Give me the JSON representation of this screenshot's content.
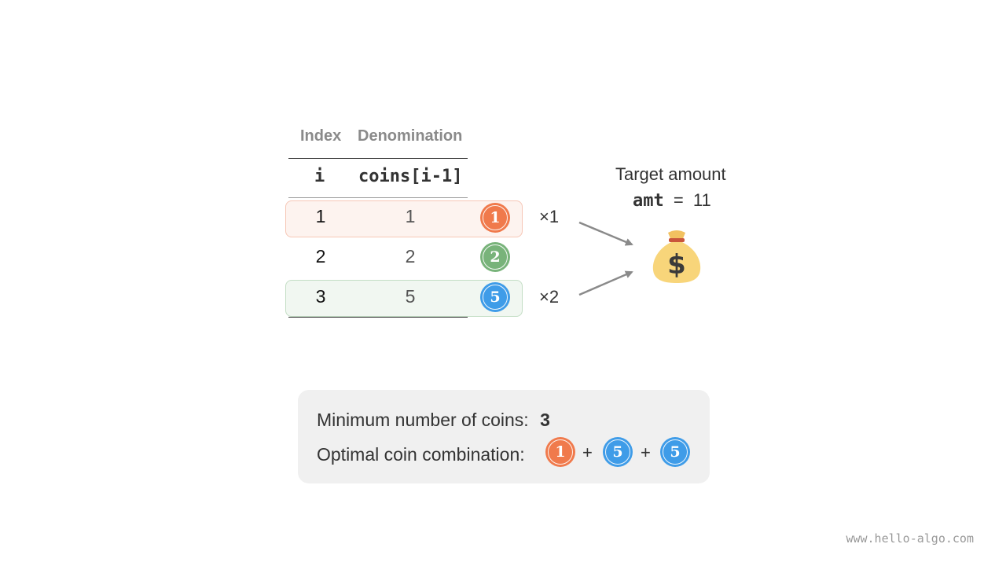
{
  "table": {
    "header_index": "Index",
    "header_denomination": "Denomination",
    "sub_index": "i",
    "sub_denomination": "coins[i-1]",
    "rows": [
      {
        "index": "1",
        "value": "1",
        "coin": "1",
        "coin_color": "#f07a4c",
        "multiplier": "×1",
        "highlight_bg": "#fdf3ef",
        "highlight_border": "#f6c7b6"
      },
      {
        "index": "2",
        "value": "2",
        "coin": "2",
        "coin_color": "#78b37a",
        "multiplier": ""
      },
      {
        "index": "3",
        "value": "5",
        "coin": "5",
        "coin_color": "#3f9ce8",
        "multiplier": "×2",
        "highlight_bg": "#f1f7f1",
        "highlight_border": "#c4dec5"
      }
    ]
  },
  "target": {
    "label": "Target amount",
    "var": "amt",
    "eq": "=",
    "value": "11",
    "icon": "money-bag-icon"
  },
  "summary": {
    "min_label": "Minimum number of coins:",
    "min_value": "3",
    "combo_label": "Optimal coin combination:",
    "combo": [
      {
        "coin": "1",
        "color": "#f07a4c"
      },
      {
        "coin": "5",
        "color": "#3f9ce8"
      },
      {
        "coin": "5",
        "color": "#3f9ce8"
      }
    ],
    "plus": "+"
  },
  "footer": "www.hello-algo.com",
  "colors": {
    "arrow": "#8a8a8a",
    "rule": "#333333",
    "summary_bg": "#f0f0f0"
  }
}
